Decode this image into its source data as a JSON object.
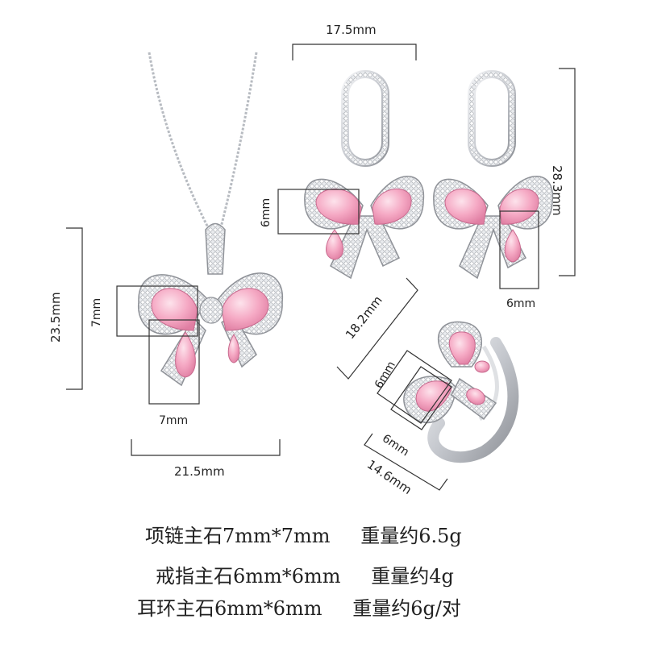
{
  "dimensions": {
    "earring_width": "17.5mm",
    "earring_height": "28.3mm",
    "earring_stone_height": "6mm",
    "earring_stone_width": "6mm",
    "necklace_height": "23.5mm",
    "necklace_stone_height": "7mm",
    "necklace_stone_width": "7mm",
    "necklace_width": "21.5mm",
    "ring_length": "18.2mm",
    "ring_stone_a": "6mm",
    "ring_stone_b": "6mm",
    "ring_width": "14.6mm"
  },
  "specs": [
    {
      "stone": "项链主石7mm*7mm",
      "weight": "重量约6.5g"
    },
    {
      "stone": "戒指主石6mm*6mm",
      "weight": "重量约4g"
    },
    {
      "stone": "耳环主石6mm*6mm",
      "weight": "重量约6g/对"
    }
  ],
  "colors": {
    "metal": "#c9ccd2",
    "stone_pink": "#f5a9c4",
    "stone_pink_dark": "#e58aab",
    "line": "#333333"
  }
}
